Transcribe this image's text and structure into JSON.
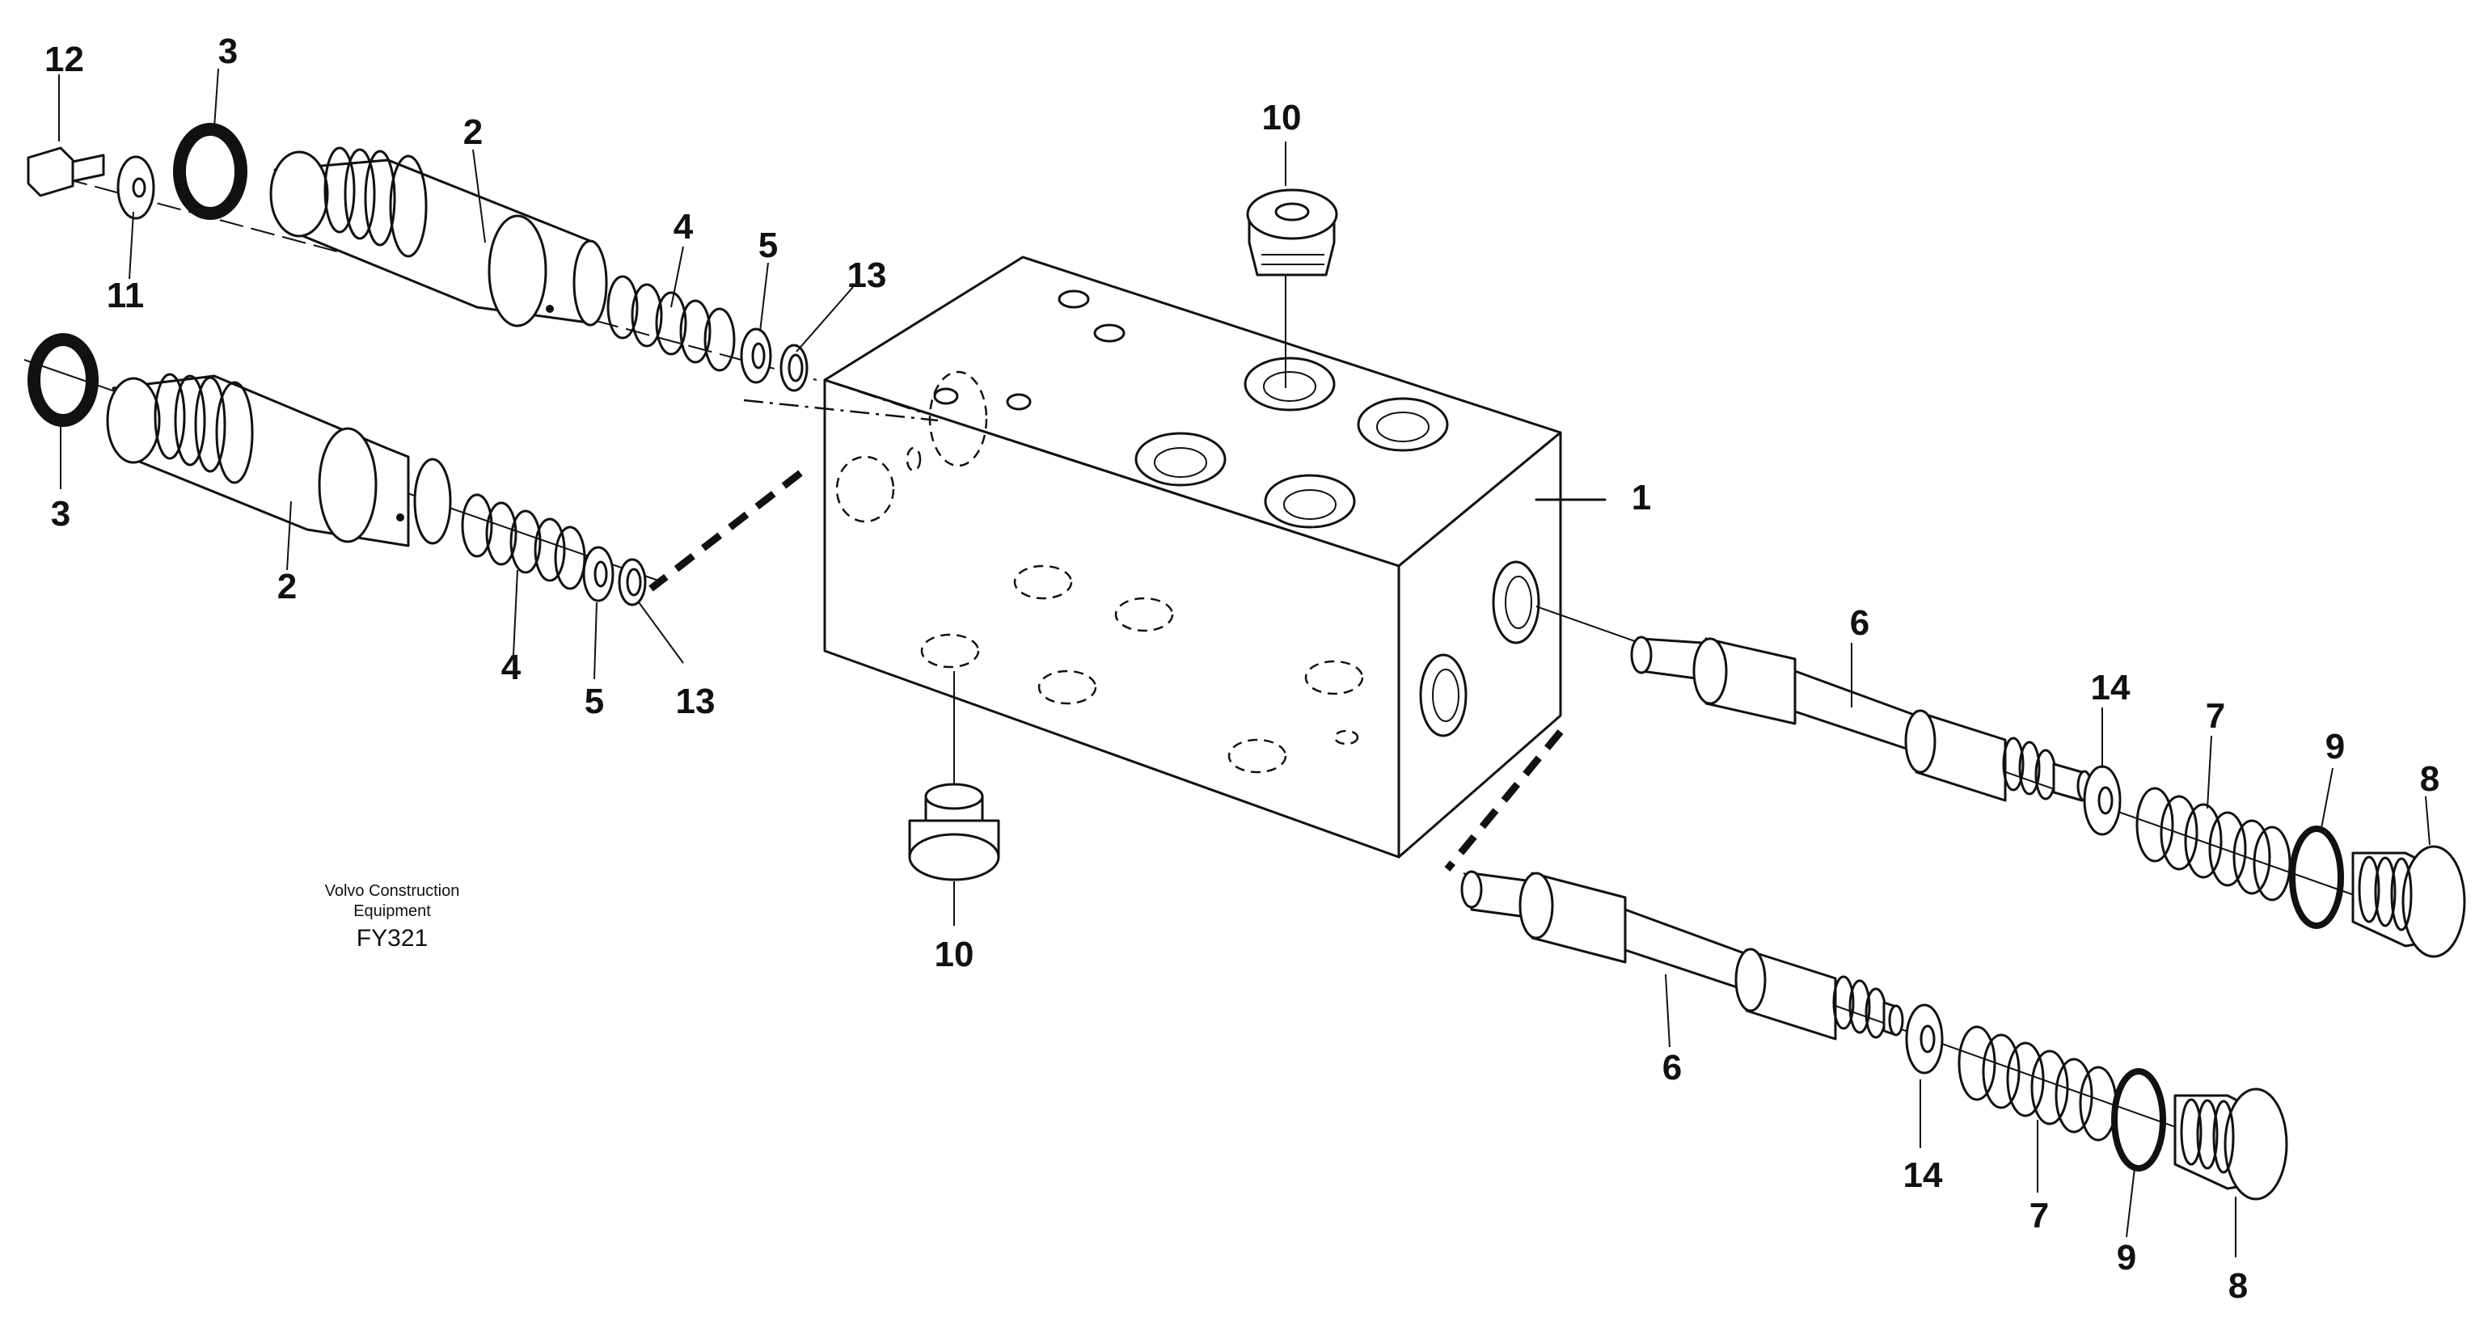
{
  "callouts": {
    "body": "1",
    "spool_upper": "2",
    "spool_lower": "2",
    "oring_upper": "3",
    "oring_lower": "3",
    "spring_upper": "4",
    "spring_lower": "4",
    "washer_upper": "5",
    "washer_lower": "5",
    "piston_upper": "6",
    "piston_lower": "6",
    "spring_right_upper": "7",
    "spring_right_lower": "7",
    "plug_right_upper": "8",
    "plug_right_lower": "8",
    "ring_right_upper": "9",
    "ring_right_lower": "9",
    "plug_top": "10",
    "plug_bottom": "10",
    "washer_screw": "11",
    "screw": "12",
    "seal_upper": "13",
    "seal_lower": "13",
    "shim_upper": "14",
    "shim_lower": "14"
  },
  "caption": {
    "line1": "Volvo Construction",
    "line2": "Equipment",
    "code": "FY321"
  }
}
